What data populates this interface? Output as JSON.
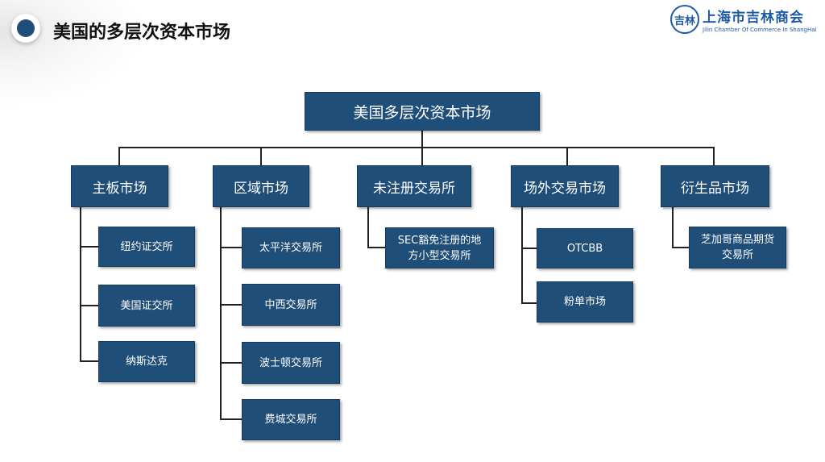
{
  "header": {
    "title": "美国的多层次资本市场",
    "logo": {
      "cn": "上海市吉林商会",
      "en": "Jilin Chamber Of Commerce In ShangHai",
      "seal": "吉林"
    }
  },
  "colors": {
    "box": "#1f4e79",
    "accent": "#1f4e79",
    "logo": "#1f5aa6"
  },
  "diagram": {
    "root": "美国多层次资本市场",
    "branches": [
      {
        "label": "主板市场",
        "children": [
          "纽约证交所",
          "美国证交所",
          "纳斯达克"
        ]
      },
      {
        "label": "区域市场",
        "children": [
          "太平洋交易所",
          "中西交易所",
          "波士顿交易所",
          "费城交易所"
        ]
      },
      {
        "label": "未注册交易所",
        "children": [
          "SEC豁免注册的地方小型交易所"
        ]
      },
      {
        "label": "场外交易市场",
        "children": [
          "OTCBB",
          "粉单市场"
        ]
      },
      {
        "label": "衍生品市场",
        "children": [
          "芝加哥商品期货交易所"
        ]
      }
    ]
  }
}
